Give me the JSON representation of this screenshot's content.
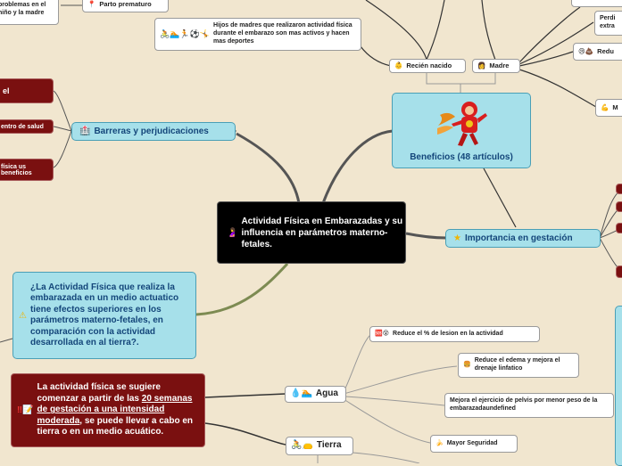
{
  "colors": {
    "background": "#f1e6cf",
    "cyan": "#a6e0ea",
    "dark_red": "#7a1010",
    "center": "#000000"
  },
  "central": {
    "title": "Actividad Física en Embarazadas y su influencia en parámetros materno-fetales.",
    "icon": "pregnant-woman-icon"
  },
  "benefits": {
    "label": "Beneficios (48 artículos)",
    "recien": {
      "label": "Recién nacido"
    },
    "madre": {
      "label": "Madre"
    },
    "hijos": {
      "label": "Hijos de madres que realizaron actividad física durante el embarazo son mas activos y hacen mas deportes"
    },
    "perdida": {
      "label": "Perdi extra"
    },
    "reduc": {
      "label": "Redu"
    },
    "mas": {
      "label": "M"
    }
  },
  "top": {
    "problemas": {
      "label": "problemas en el niño y la madre"
    },
    "parto": {
      "label": "Parto prematuro"
    }
  },
  "barreras": {
    "label": "Barreras y perjudicaciones",
    "el": {
      "label": "el"
    },
    "centro": {
      "label": "entro de salud"
    },
    "fisica": {
      "label": "física us beneficios"
    }
  },
  "importancia": {
    "label": "Importancia en gestación"
  },
  "question": {
    "label": "¿La Actividad Física que realiza la embarazada en un medio actuatico tiene efectos superiores en los parámetros materno-fetales, en comparación con la actividad desarrollada en al tierra?."
  },
  "recommendation": {
    "part1": "La actividad física se sugiere comenzar a partir de las ",
    "link": "20 semanas de gestación a una intensidad moderada",
    "part2": ", se puede llevar a cabo en tierra o en un medio acuático."
  },
  "agua": {
    "label": "Agua",
    "lesion": {
      "label": "Reduce el % de lesion en la actividad"
    },
    "edema": {
      "label": "Reduce el edema y mejora el drenaje linfatico"
    },
    "pelvis": {
      "label": "Mejora el ejercicio de pelvis por menor peso de la embarazadaundefined"
    },
    "seguridad": {
      "label": "Mayor Seguridad"
    }
  },
  "tierra": {
    "label": "Tierra"
  }
}
